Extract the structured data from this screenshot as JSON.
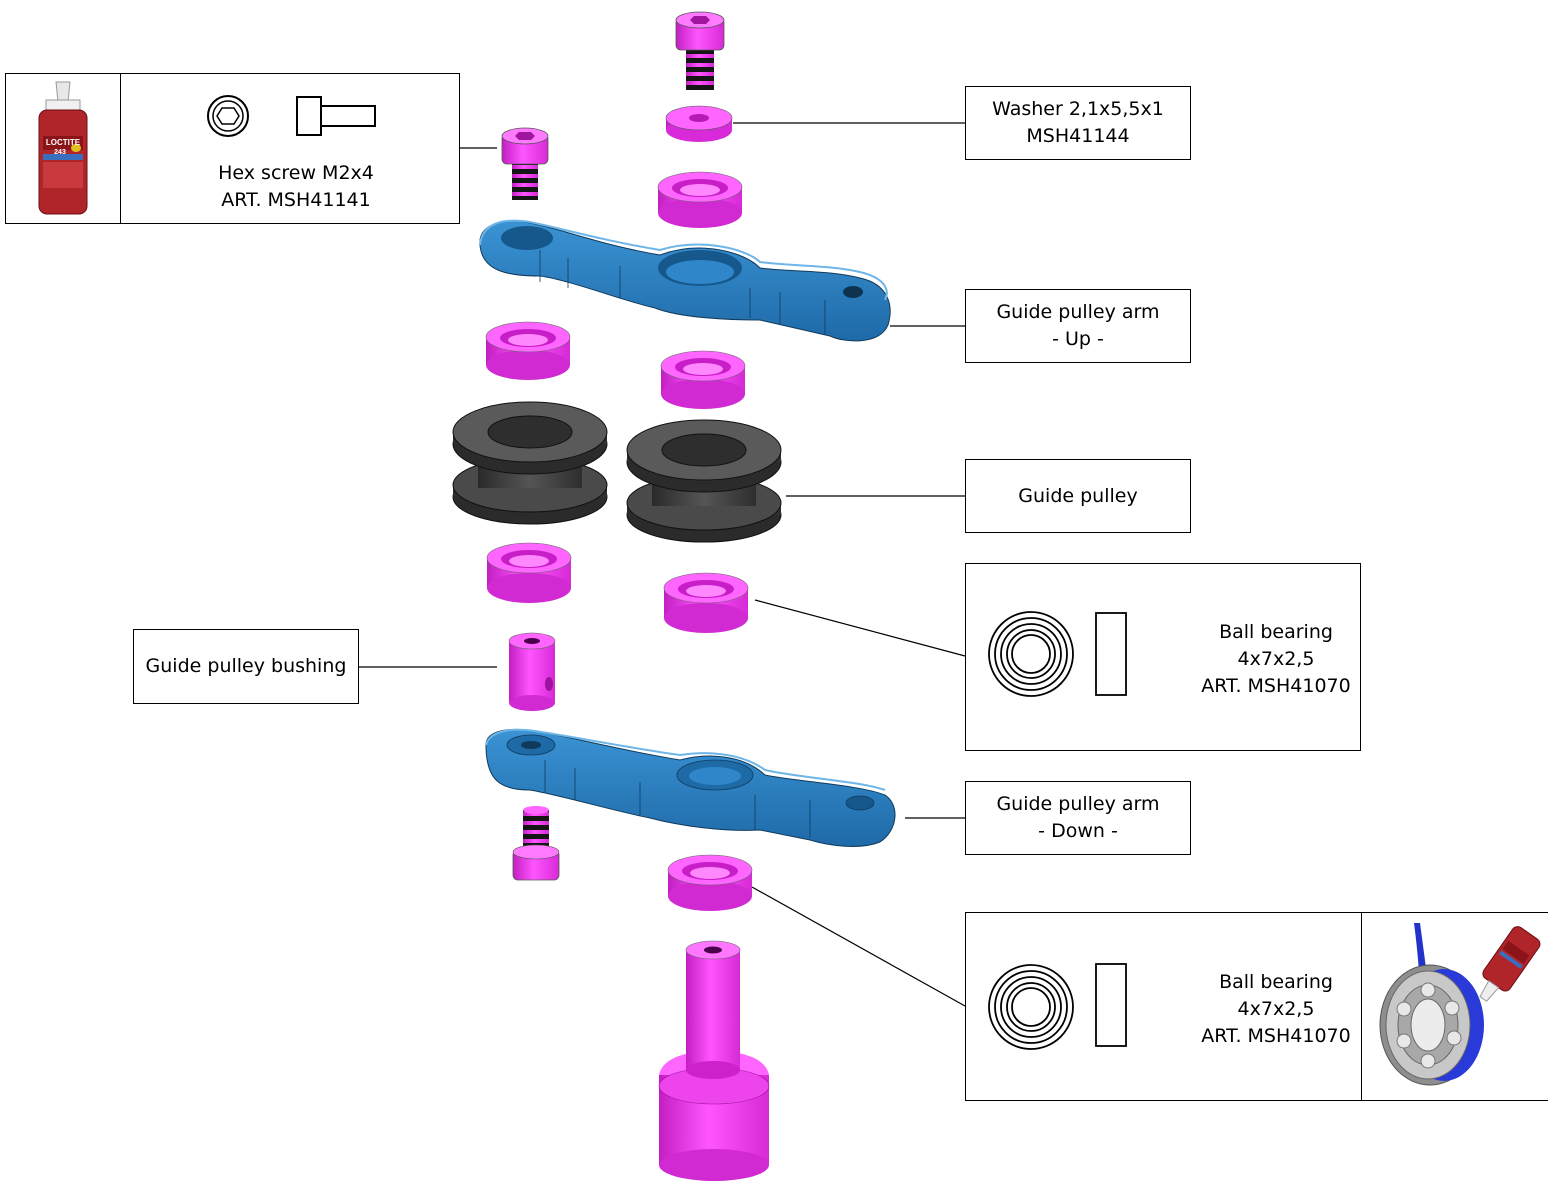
{
  "callouts": {
    "hex_screw": {
      "name": "Hex screw M2x4",
      "article": "ART. MSH41141",
      "product_label": "LOCTITE",
      "product_number": "243"
    },
    "washer": {
      "name": "Washer 2,1x5,5x1",
      "code": "MSH41144"
    },
    "arm_up": {
      "name": "Guide pulley arm",
      "position": "- Up -"
    },
    "pulley": {
      "name": "Guide pulley"
    },
    "bearing_upper": {
      "name": "Ball bearing",
      "size": "4x7x2,5",
      "article": "ART. MSH41070"
    },
    "bushing": {
      "name": "Guide pulley bushing"
    },
    "arm_down": {
      "name": "Guide pulley arm",
      "position": "- Down -"
    },
    "bearing_lower": {
      "name": "Ball bearing",
      "size": "4x7x2,5",
      "article": "ART. MSH41070"
    }
  },
  "colors": {
    "magenta_part": "#ee33ee",
    "blue_part": "#2a7fc0",
    "pulley_gray": "#3c3c3c",
    "loctite_red": "#b0252a"
  }
}
